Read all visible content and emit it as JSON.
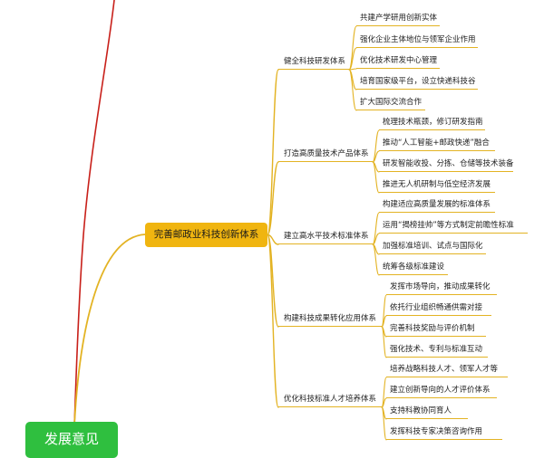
{
  "colors": {
    "root_bg": "#2fbf3f",
    "main_bg": "#f0b510",
    "branch_line": "#e3b323",
    "red_line": "#c8201a"
  },
  "root": {
    "label": "发展意见"
  },
  "main_node": {
    "label": "完善邮政业科技创新体系"
  },
  "branches": [
    {
      "label": "健全科技研发体系",
      "items": [
        "共建产学研用创新实体",
        "强化企业主体地位与领军企业作用",
        "优化技术研发中心管理",
        "培育国家级平台，设立快递科技谷",
        "扩大国际交流合作"
      ]
    },
    {
      "label": "打造高质量技术产品体系",
      "items": [
        "梳理技术瓶颈，修订研发指南",
        "推动“人工智能+邮政快递”融合",
        "研发智能收投、分拣、仓储等技术装备",
        "推进无人机研制与低空经济发展"
      ]
    },
    {
      "label": "建立高水平技术标准体系",
      "items": [
        "构建适应高质量发展的标准体系",
        "运用“揭榜挂帅”等方式制定前瞻性标准",
        "加强标准培训、试点与国际化",
        "统筹各级标准建设"
      ]
    },
    {
      "label": "构建科技成果转化应用体系",
      "items": [
        "发挥市场导向，推动成果转化",
        "依托行业组织畅通供需对接",
        "完善科技奖励与评价机制",
        "强化技术、专利与标准互动"
      ]
    },
    {
      "label": "优化科技标准人才培养体系",
      "items": [
        "培养战略科技人才、领军人才等",
        "建立创新导向的人才评价体系",
        "支持科教协同育人",
        "发挥科技专家决策咨询作用"
      ]
    }
  ]
}
